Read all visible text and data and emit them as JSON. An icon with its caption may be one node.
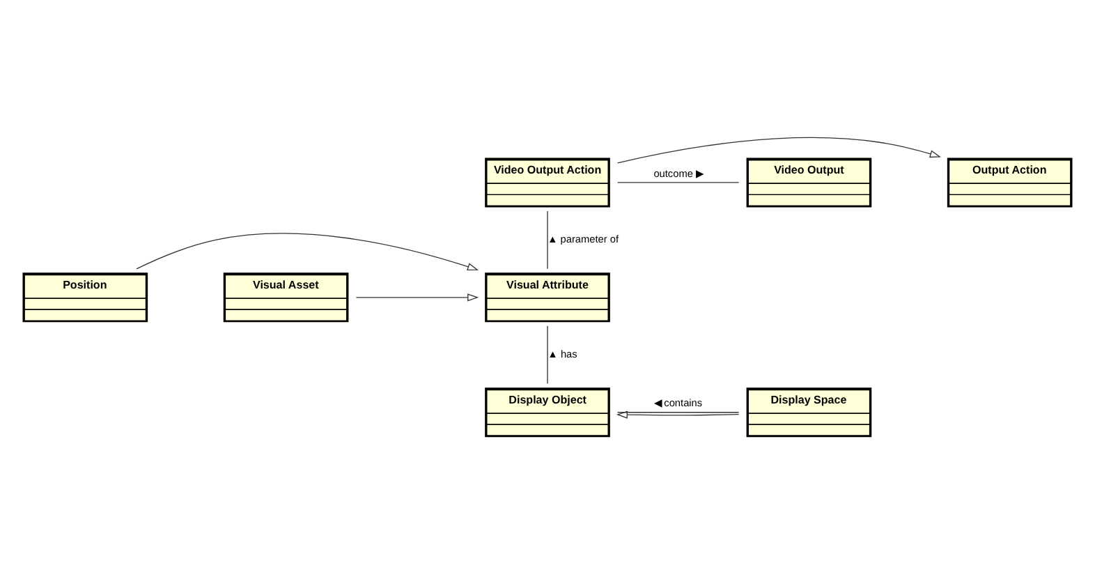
{
  "diagram": {
    "nodes": [
      {
        "text": [
          "Output Action"
        ]
      },
      {
        "text": [
          "Video Output Action"
        ]
      },
      {
        "text": [
          "Video Output"
        ]
      },
      {
        "text": [
          "Position"
        ]
      },
      {
        "text": [
          "Visual Attribute"
        ]
      },
      {
        "text": [
          "Visual Asset"
        ]
      },
      {
        "text": [
          "Display Object"
        ]
      },
      {
        "text": [
          "Display Space"
        ]
      }
    ],
    "edges": [
      {
        "from": 1,
        "to": 0,
        "arrow": "to"
      },
      {
        "from": 1,
        "to": 2,
        "arrow": "none",
        "label": "outcome ▶"
      },
      {
        "from": 1,
        "to": 4,
        "arrow": "none",
        "label": "▲ parameter of"
      },
      {
        "from": 3,
        "to": 4,
        "arrow": "to"
      },
      {
        "from": 5,
        "to": 4,
        "arrow": "to"
      },
      {
        "from": 4,
        "to": 6,
        "arrow": "none",
        "label": "▲ has"
      },
      {
        "from": 7,
        "to": 6,
        "arrow": "to"
      },
      {
        "from": 6,
        "to": 7,
        "arrow": "none",
        "label": "◀ contains"
      }
    ]
  }
}
